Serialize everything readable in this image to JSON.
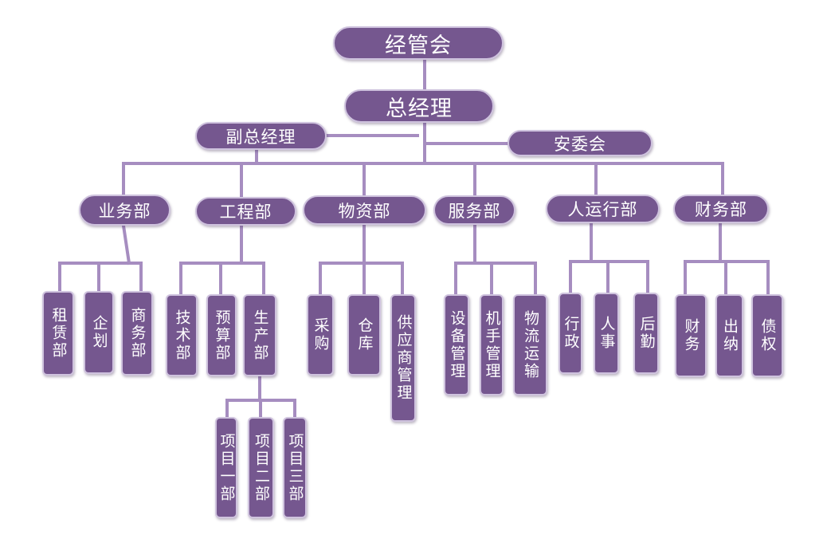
{
  "nodes": [
    {
      "id": "jingguanhui",
      "label": "经管会"
    },
    {
      "id": "zongjingli",
      "label": "总经理"
    },
    {
      "id": "fuzongjingli",
      "label": "副总经理"
    },
    {
      "id": "anweihui",
      "label": "安委会"
    },
    {
      "id": "yewubu",
      "label": "业务部"
    },
    {
      "id": "gongchengbu",
      "label": "工程部"
    },
    {
      "id": "wuzibu",
      "label": "物资部"
    },
    {
      "id": "fuwubu",
      "label": "服务部"
    },
    {
      "id": "renyunxingbu",
      "label": "人运行部"
    },
    {
      "id": "caiwubu",
      "label": "财务部"
    },
    {
      "id": "zulinbu",
      "label": "租赁部"
    },
    {
      "id": "qihua",
      "label": "企划"
    },
    {
      "id": "shangwubu",
      "label": "商务部"
    },
    {
      "id": "jishubu",
      "label": "技术部"
    },
    {
      "id": "yusuanbu",
      "label": "预算部"
    },
    {
      "id": "shengchanbu",
      "label": "生产部"
    },
    {
      "id": "caigou",
      "label": "采购"
    },
    {
      "id": "cangku",
      "label": "仓库"
    },
    {
      "id": "gongyingshangguanli",
      "label": "供应商管理"
    },
    {
      "id": "shebeiguanli",
      "label": "设备管理"
    },
    {
      "id": "jishouguanli",
      "label": "机手管理"
    },
    {
      "id": "wuliuyunshu",
      "label": "物流运输"
    },
    {
      "id": "xingzheng",
      "label": "行政"
    },
    {
      "id": "renshi",
      "label": "人事"
    },
    {
      "id": "houqin",
      "label": "后勤"
    },
    {
      "id": "caiwu",
      "label": "财务"
    },
    {
      "id": "chuna",
      "label": "出纳"
    },
    {
      "id": "zhaiquan",
      "label": "债权"
    },
    {
      "id": "xiangmuyibu",
      "label": "项目一部"
    },
    {
      "id": "xiangmuerbu",
      "label": "项目二部"
    },
    {
      "id": "xiangmusanbu",
      "label": "项目三部"
    }
  ],
  "edges": [
    [
      "jingguanhui",
      "zongjingli"
    ],
    [
      "zongjingli",
      "fuzongjingli"
    ],
    [
      "zongjingli",
      "anweihui"
    ],
    [
      "zongjingli",
      "yewubu"
    ],
    [
      "zongjingli",
      "gongchengbu"
    ],
    [
      "zongjingli",
      "wuzibu"
    ],
    [
      "zongjingli",
      "fuwubu"
    ],
    [
      "zongjingli",
      "renyunxingbu"
    ],
    [
      "zongjingli",
      "caiwubu"
    ],
    [
      "yewubu",
      "zulinbu"
    ],
    [
      "yewubu",
      "qihua"
    ],
    [
      "yewubu",
      "shangwubu"
    ],
    [
      "gongchengbu",
      "jishubu"
    ],
    [
      "gongchengbu",
      "yusuanbu"
    ],
    [
      "gongchengbu",
      "shengchanbu"
    ],
    [
      "wuzibu",
      "caigou"
    ],
    [
      "wuzibu",
      "cangku"
    ],
    [
      "wuzibu",
      "gongyingshangguanli"
    ],
    [
      "fuwubu",
      "shebeiguanli"
    ],
    [
      "fuwubu",
      "jishouguanli"
    ],
    [
      "fuwubu",
      "wuliuyunshu"
    ],
    [
      "renyunxingbu",
      "xingzheng"
    ],
    [
      "renyunxingbu",
      "renshi"
    ],
    [
      "renyunxingbu",
      "houqin"
    ],
    [
      "caiwubu",
      "caiwu"
    ],
    [
      "caiwubu",
      "chuna"
    ],
    [
      "caiwubu",
      "zhaiquan"
    ],
    [
      "shengchanbu",
      "xiangmuyibu"
    ],
    [
      "shengchanbu",
      "xiangmuerbu"
    ],
    [
      "shengchanbu",
      "xiangmusanbu"
    ]
  ],
  "colors": {
    "node_fill": "#75578f",
    "node_border": "#cfc3de",
    "connector": "#a68dc0",
    "label": "#ffffff"
  }
}
